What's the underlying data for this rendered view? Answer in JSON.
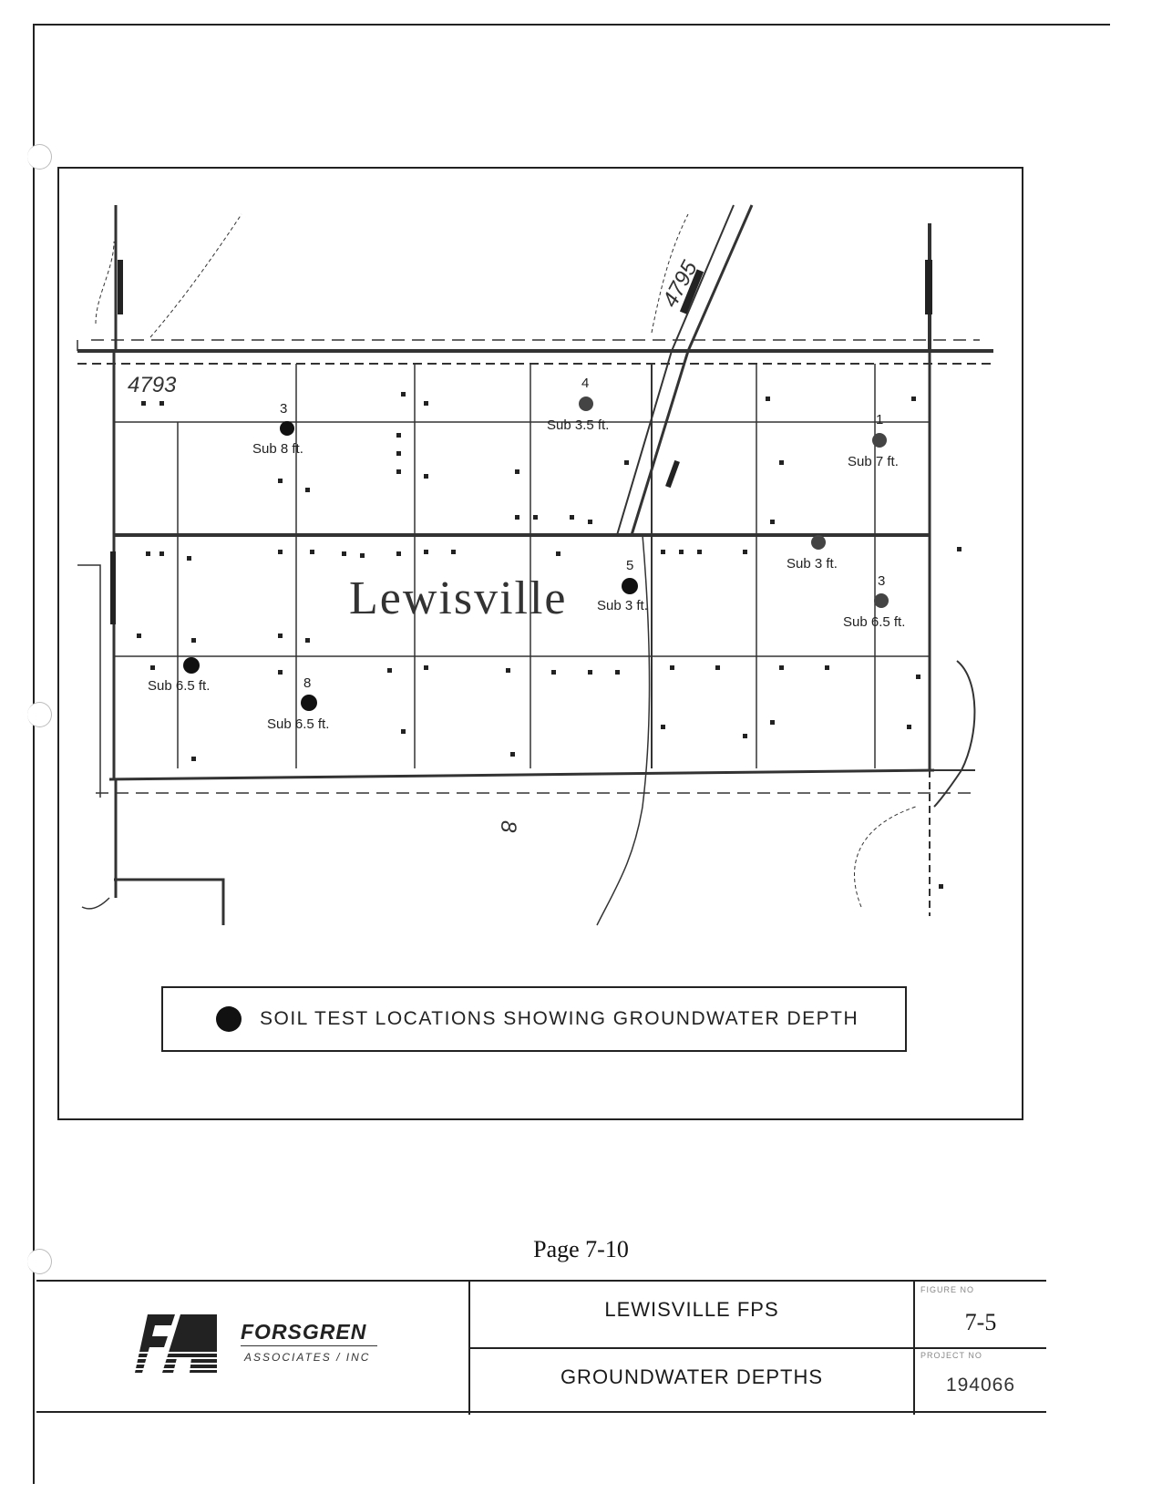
{
  "map": {
    "town_name": "Lewisville",
    "elevation_labels": [
      "4793",
      "4795"
    ],
    "route_label": "8",
    "test_sites": [
      {
        "number": "3",
        "depth": "Sub 8 ft."
      },
      {
        "number": "4",
        "depth": "Sub 3.5 ft."
      },
      {
        "number": "1",
        "depth": "Sub 7 ft."
      },
      {
        "number": "",
        "depth": "Sub 3 ft."
      },
      {
        "number": "5",
        "depth": "Sub 3 ft."
      },
      {
        "number": "3",
        "depth": "Sub 6.5 ft."
      },
      {
        "number": "",
        "depth": "Sub 6.5 ft."
      },
      {
        "number": "8",
        "depth": "Sub 6.5 ft."
      }
    ]
  },
  "legend": {
    "text": "SOIL TEST LOCATIONS SHOWING GROUNDWATER DEPTH"
  },
  "page_number": "Page 7-10",
  "title_block": {
    "company_name": "FORSGREN",
    "company_sub": "ASSOCIATES / INC",
    "project": "LEWISVILLE FPS",
    "subject": "GROUNDWATER DEPTHS",
    "figure_label": "FIGURE NO",
    "figure": "7-5",
    "job_label": "PROJECT NO",
    "job_number": "194066"
  },
  "colors": {
    "ink": "#222222",
    "paper": "#ffffff"
  }
}
